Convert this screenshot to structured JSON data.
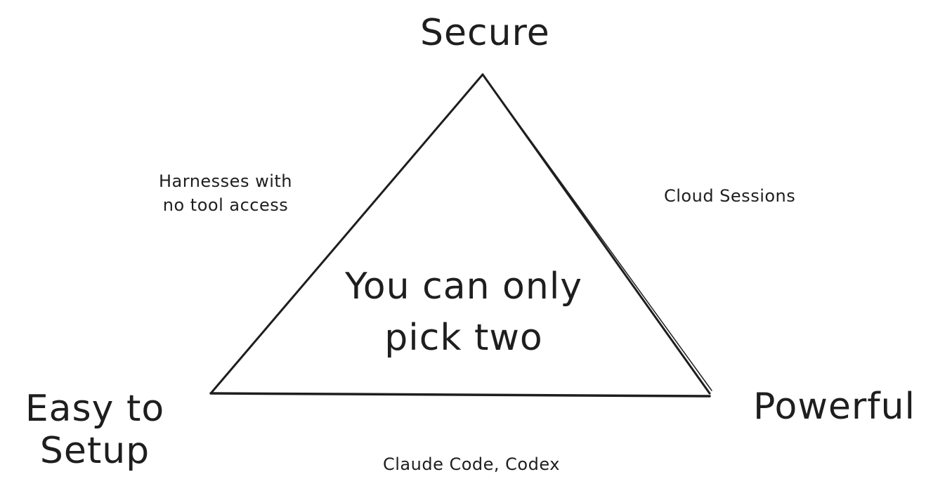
{
  "diagram": {
    "vertices": {
      "top": "Secure",
      "bottom_left": [
        "Easy to",
        "Setup"
      ],
      "bottom_right": "Powerful"
    },
    "edges": {
      "left": [
        "Harnesses with",
        "no tool access"
      ],
      "right": "Cloud Sessions",
      "bottom": "Claude Code, Codex"
    },
    "center": [
      "You can only",
      "pick two"
    ]
  },
  "colors": {
    "stroke": "#1e1e1e",
    "background": "#ffffff"
  }
}
